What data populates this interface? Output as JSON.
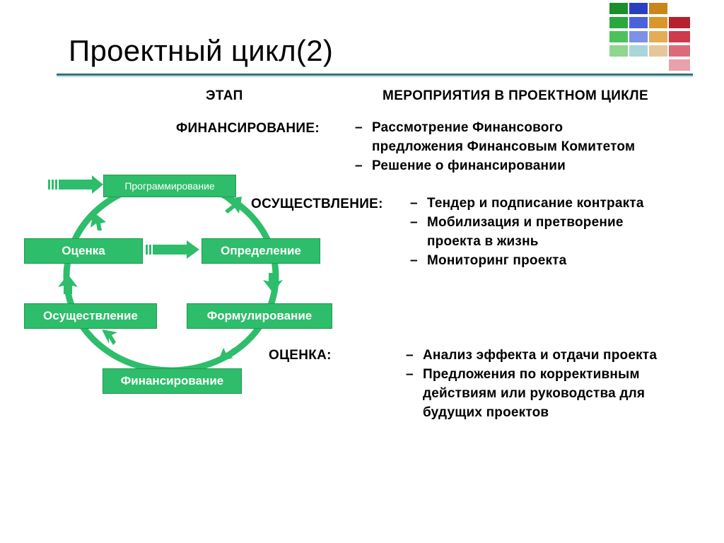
{
  "title": "Проектный цикл(2)",
  "headers": {
    "stage": "ЭТАП",
    "activities": "МЕРОПРИЯТИЯ  В ПРОЕКТНОМ ЦИКЛЕ"
  },
  "stages": [
    {
      "name": "ФИНАНСИРОВАНИЕ:",
      "items": [
        {
          "dash": "–",
          "lines": [
            "Рассмотрение Финансового",
            "предложения Финансовым Комитетом"
          ]
        },
        {
          "dash": "–",
          "lines": [
            "Решение о финансировании"
          ]
        }
      ]
    },
    {
      "name": "ОСУЩЕСТВЛЕНИЕ:",
      "items": [
        {
          "dash": "–",
          "lines": [
            "Тендер и подписание контракта"
          ]
        },
        {
          "dash": "–",
          "lines": [
            "Мобилизация и претворение",
            "проекта в жизнь"
          ]
        },
        {
          "dash": "–",
          "lines": [
            "Мониторинг проекта"
          ]
        }
      ]
    },
    {
      "name": "ОЦЕНКА:",
      "items": [
        {
          "dash": "–",
          "lines": [
            "Анализ эффекта и отдачи проекта"
          ]
        },
        {
          "dash": "–",
          "lines": [
            "Предложения по коррективным",
            "действиям или руководства для",
            "будущих  проектов"
          ]
        }
      ]
    }
  ],
  "cycle": {
    "programming": "Программирование",
    "identification": "Определение",
    "formulation": "Формулирование",
    "financing": "Финансирование",
    "implementation": "Осуществление",
    "evaluation": "Оценка"
  },
  "colors": {
    "box": "#2ebd6a",
    "rule": "#2f6f7f"
  }
}
